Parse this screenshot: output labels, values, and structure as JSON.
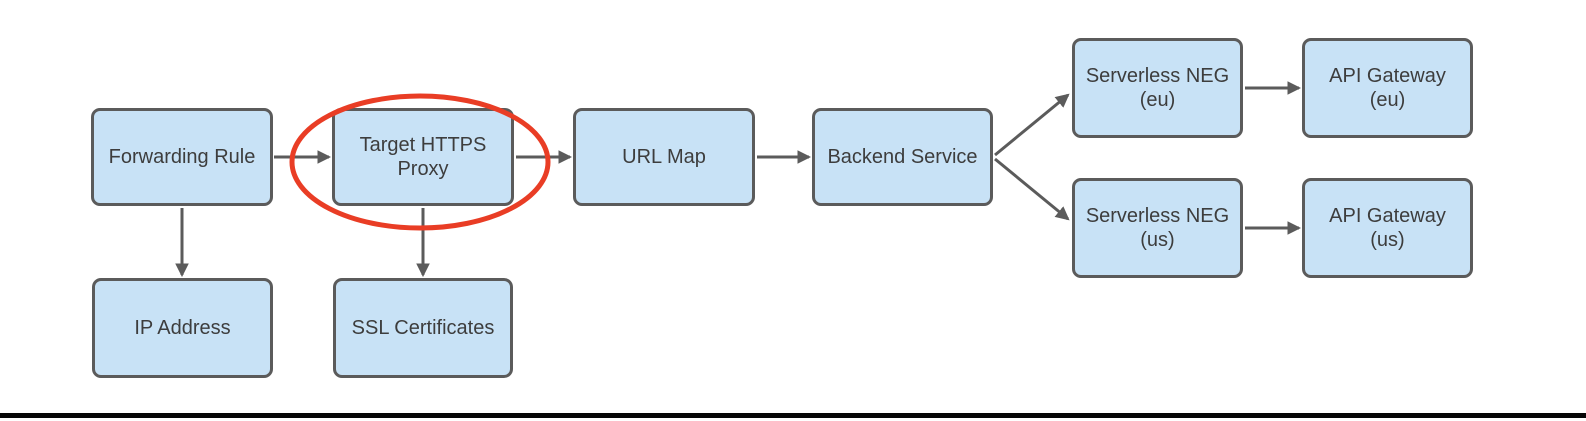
{
  "diagram": {
    "nodes": {
      "forwarding_rule": {
        "lines": [
          "Forwarding Rule"
        ]
      },
      "target_https_proxy": {
        "lines": [
          "Target HTTPS",
          "Proxy"
        ]
      },
      "url_map": {
        "lines": [
          "URL Map"
        ]
      },
      "backend_service": {
        "lines": [
          "Backend Service"
        ]
      },
      "serverless_neg_eu": {
        "lines": [
          "Serverless NEG",
          "(eu)"
        ]
      },
      "api_gateway_eu": {
        "lines": [
          "API Gateway",
          "(eu)"
        ]
      },
      "serverless_neg_us": {
        "lines": [
          "Serverless NEG",
          "(us)"
        ]
      },
      "api_gateway_us": {
        "lines": [
          "API Gateway",
          "(us)"
        ]
      },
      "ip_address": {
        "lines": [
          "IP Address"
        ]
      },
      "ssl_certificates": {
        "lines": [
          "SSL Certificates"
        ]
      }
    },
    "edges": [
      {
        "from": "forwarding_rule",
        "to": "target_https_proxy"
      },
      {
        "from": "target_https_proxy",
        "to": "url_map"
      },
      {
        "from": "url_map",
        "to": "backend_service"
      },
      {
        "from": "backend_service",
        "to": "serverless_neg_eu"
      },
      {
        "from": "backend_service",
        "to": "serverless_neg_us"
      },
      {
        "from": "serverless_neg_eu",
        "to": "api_gateway_eu"
      },
      {
        "from": "serverless_neg_us",
        "to": "api_gateway_us"
      },
      {
        "from": "forwarding_rule",
        "to": "ip_address"
      },
      {
        "from": "target_https_proxy",
        "to": "ssl_certificates"
      }
    ],
    "highlight": {
      "shape": "ellipse",
      "around": "target_https_proxy",
      "color": "#e93d25"
    },
    "colors": {
      "node_fill": "#c8e2f6",
      "node_border": "#5b5b5b",
      "arrow": "#5b5b5b",
      "text": "#3d3d3d",
      "highlight_ellipse": "#e93d25",
      "bottom_bar": "#060606",
      "background": "#ffffff"
    }
  }
}
